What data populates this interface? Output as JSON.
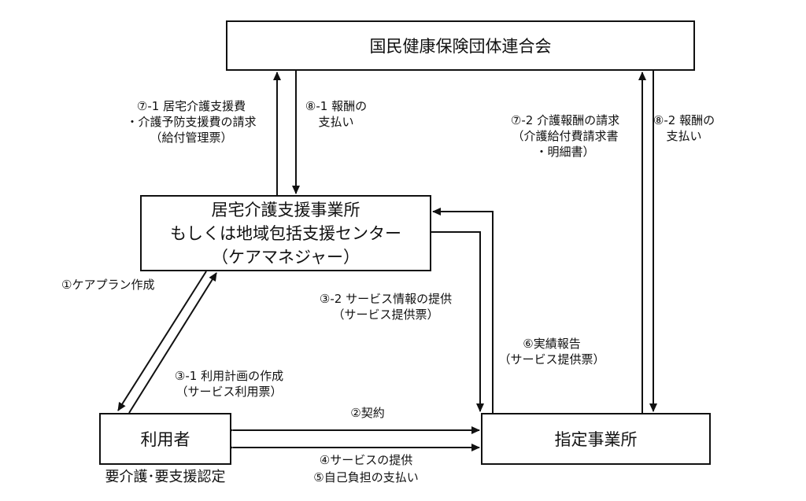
{
  "boxes": {
    "kokuho": "国民健康保険団体連合会",
    "care_office_line1": "居宅介護支援事業所",
    "care_office_line2": "もしくは地域包括支援センター",
    "care_office_line3": "（ケアマネジャー）",
    "user": "利用者",
    "provider": "指定事業所"
  },
  "labels": {
    "l7_1": [
      "⑦-1 居宅介護支援費",
      "・介護予防支援費の請求",
      "（給付管理票）"
    ],
    "l8_1": [
      "⑧-1 報酬の",
      "支払い"
    ],
    "l7_2": [
      "⑦-2 介護報酬の請求",
      "（介護給付費請求書",
      "・明細書）"
    ],
    "l8_2": [
      "⑧-2 報酬の",
      "支払い"
    ],
    "l1": "①ケアプラン作成",
    "l3_2": [
      "③-2 サービス情報の提供",
      "（サービス提供票）"
    ],
    "l6": [
      "⑥実績報告",
      "（サービス提供票）"
    ],
    "l3_1": [
      "③-1 利用計画の作成",
      "（サービス利用票）"
    ],
    "l2": "②契約",
    "l4": "④サービスの提供",
    "l5": "⑤自己負担の支払い",
    "certification": "要介護･要支援認定"
  },
  "colors": {
    "line": "#111111",
    "background": "#ffffff"
  }
}
